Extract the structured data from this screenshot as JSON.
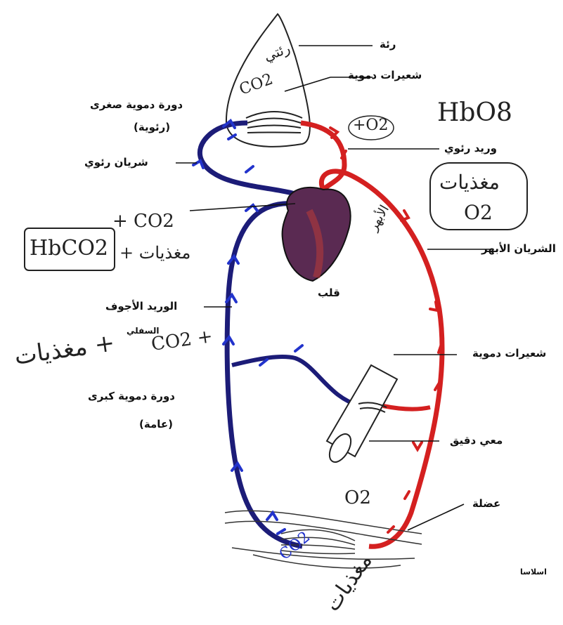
{
  "labels": {
    "lung": "رئة",
    "capillaries_top": "شعيرات دموية",
    "pulmonary_circ": "دورة دموية صغرى",
    "pulmonary_circ_sub": "(رئوية)",
    "pulmonary_vein": "وريد رئوي",
    "pulmonary_artery": "شريان رئوي",
    "aorta": "الشريان الأبهر",
    "heart": "قلب",
    "inferior_vena_cava": "الوريد الأجوف",
    "inferior_vena_cava_2": "السفلي",
    "capillaries_mid": "شعيرات دموية",
    "systemic_circ": "دورة دموية كبرى",
    "systemic_circ_sub": "(عامة)",
    "intestine": "معي دقيق",
    "muscle": "عضلة",
    "edge_text": "اسلاسا"
  },
  "handwritten": {
    "lung_note": "رئتي",
    "co2_lung": "CO2",
    "plus_o2": "+O2",
    "hbo8": "HbO8",
    "nutrients_box": "مغذيات",
    "o2_box": "O2",
    "aorta_note": "الأبهر",
    "hbco2_box": "HbCO2",
    "plus_co2": "+ CO2",
    "plus_nutrients": "+ مغذيات",
    "co2_left": "CO2 +",
    "nutrients_left": "مغذيات +",
    "o2_muscle": "O2",
    "co2_muscle": "CO2",
    "nutrients_bottom": "مغذيات"
  },
  "colors": {
    "oxygenated": "#d42020",
    "deoxygenated": "#1c1c78",
    "arrow_blue": "#2233cc",
    "ink": "#111111"
  }
}
